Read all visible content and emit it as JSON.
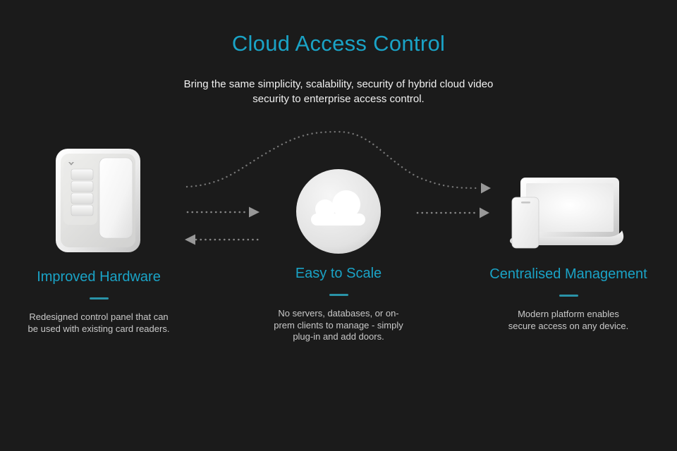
{
  "page": {
    "title": "Cloud Access Control",
    "subtitle": "Bring the same simplicity, scalability, security of hybrid cloud video security to enterprise access control."
  },
  "colors": {
    "background": "#1b1b1b",
    "accent_teal": "#1aa3c6",
    "divider_teal": "#2a93a8",
    "subtitle_text": "#f0f0f0",
    "body_text": "#c9c9c9",
    "arrow_dots_gray": "#7e7e7e",
    "arrowhead_gray": "#989898",
    "illustration_white": "#f7f7f7"
  },
  "columns": [
    {
      "id": "improved-hardware",
      "icon": "access-control-panel-icon",
      "heading": "Improved Hardware",
      "description": "Redesigned control panel that can be used with existing card readers."
    },
    {
      "id": "easy-to-scale",
      "icon": "cloud-icon",
      "heading": "Easy to Scale",
      "description": "No servers, databases, or on-prem clients to manage - simply plug-in and add doors."
    },
    {
      "id": "centralised-management",
      "icon": "devices-icon",
      "heading": "Centralised Management",
      "description": "Modern platform enables secure access on any device."
    }
  ],
  "flow_icons": [
    "dotted-arc-right-arrow-icon",
    "dotted-right-arrow-icon",
    "dotted-left-arrow-icon",
    "dotted-right-arrow-icon"
  ]
}
